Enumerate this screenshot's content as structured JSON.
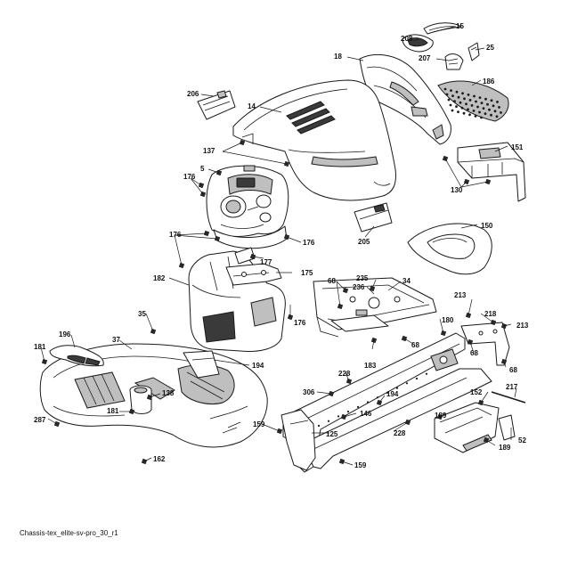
{
  "caption": "Chassis-tex_elite-sv-pro_30_r1",
  "icons": {
    "hood": "hood-icon",
    "grille": "grille-icon",
    "dashboard": "dashboard-console-icon",
    "footplate": "footplate-icon",
    "frame": "frame-rail-icon",
    "battery_tray": "battery-tray-icon",
    "hardware": "bolt-nut-icon"
  },
  "callouts": [
    {
      "id": "c15",
      "text": "15"
    },
    {
      "id": "c208",
      "text": "208"
    },
    {
      "id": "c25",
      "text": "25"
    },
    {
      "id": "c207",
      "text": "207"
    },
    {
      "id": "c18",
      "text": "18"
    },
    {
      "id": "c186",
      "text": "186"
    },
    {
      "id": "c206",
      "text": "206"
    },
    {
      "id": "c14",
      "text": "14"
    },
    {
      "id": "c151",
      "text": "151"
    },
    {
      "id": "c137",
      "text": "137"
    },
    {
      "id": "c130",
      "text": "130"
    },
    {
      "id": "c5",
      "text": "5"
    },
    {
      "id": "c176a",
      "text": "176"
    },
    {
      "id": "c150",
      "text": "150"
    },
    {
      "id": "c205",
      "text": "205"
    },
    {
      "id": "c176b",
      "text": "176"
    },
    {
      "id": "c176c",
      "text": "176"
    },
    {
      "id": "c177",
      "text": "177"
    },
    {
      "id": "c175",
      "text": "175"
    },
    {
      "id": "c182",
      "text": "182"
    },
    {
      "id": "c68a",
      "text": "68"
    },
    {
      "id": "c235",
      "text": "235"
    },
    {
      "id": "c236",
      "text": "236"
    },
    {
      "id": "c34",
      "text": "34"
    },
    {
      "id": "c213a",
      "text": "213"
    },
    {
      "id": "c218",
      "text": "218"
    },
    {
      "id": "c213b",
      "text": "213"
    },
    {
      "id": "c176d",
      "text": "176"
    },
    {
      "id": "c180",
      "text": "180"
    },
    {
      "id": "c35",
      "text": "35"
    },
    {
      "id": "c196",
      "text": "196"
    },
    {
      "id": "c37",
      "text": "37"
    },
    {
      "id": "c181a",
      "text": "181"
    },
    {
      "id": "c68b",
      "text": "68"
    },
    {
      "id": "c183",
      "text": "183"
    },
    {
      "id": "c68c",
      "text": "68"
    },
    {
      "id": "c68d",
      "text": "68"
    },
    {
      "id": "c194a",
      "text": "194"
    },
    {
      "id": "c228a",
      "text": "228"
    },
    {
      "id": "c306",
      "text": "306"
    },
    {
      "id": "c194b",
      "text": "194"
    },
    {
      "id": "c138",
      "text": "138"
    },
    {
      "id": "c181b",
      "text": "181"
    },
    {
      "id": "c146",
      "text": "146"
    },
    {
      "id": "c152",
      "text": "152"
    },
    {
      "id": "c217",
      "text": "217"
    },
    {
      "id": "c189a",
      "text": "189"
    },
    {
      "id": "c287",
      "text": "287"
    },
    {
      "id": "c159a",
      "text": "159"
    },
    {
      "id": "c125",
      "text": "125"
    },
    {
      "id": "c228b",
      "text": "228"
    },
    {
      "id": "c52",
      "text": "52"
    },
    {
      "id": "c189b",
      "text": "189"
    },
    {
      "id": "c162",
      "text": "162"
    },
    {
      "id": "c159b",
      "text": "159"
    }
  ]
}
